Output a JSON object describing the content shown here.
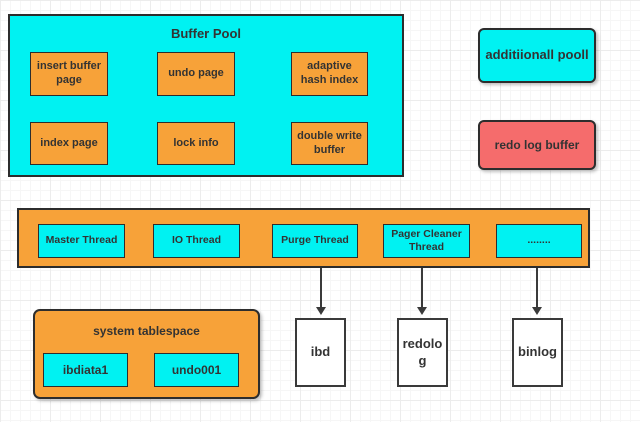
{
  "colors": {
    "cyan": "#00f2f2",
    "orange": "#f7a239",
    "red": "#f56c6c",
    "border": "#2d2d2d",
    "text": "#333333"
  },
  "buffer_pool": {
    "title": "Buffer Pool",
    "cells": [
      {
        "label": "insert buffer page"
      },
      {
        "label": "undo page"
      },
      {
        "label": "adaptive hash index"
      },
      {
        "label": "index page"
      },
      {
        "label": "lock info"
      },
      {
        "label": "double write buffer"
      }
    ]
  },
  "additional_pool": {
    "label": "additiionall pooll"
  },
  "redo_log_buffer": {
    "label": "redo log buffer"
  },
  "thread_bar": {
    "threads": [
      {
        "label": "Master Thread"
      },
      {
        "label": "IO Thread"
      },
      {
        "label": "Purge Thread"
      },
      {
        "label": "Pager Cleaner Thread"
      },
      {
        "label": "........"
      }
    ]
  },
  "system_tablespace": {
    "title": "system tablespace",
    "files": [
      {
        "label": "ibdiata1"
      },
      {
        "label": "undo001"
      }
    ]
  },
  "output_files": [
    {
      "label": "ibd"
    },
    {
      "label": "redolog"
    },
    {
      "label": "binlog"
    }
  ]
}
